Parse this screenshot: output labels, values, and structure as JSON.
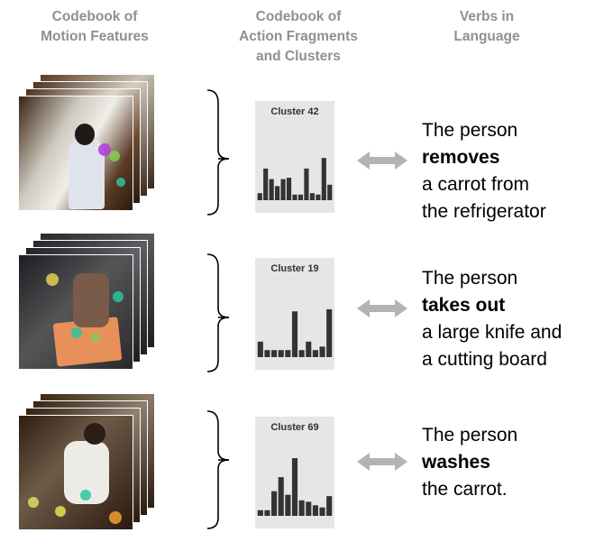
{
  "headers": {
    "motion": [
      "Codebook of",
      "Motion Features"
    ],
    "action": [
      "Codebook of",
      "Action Fragments",
      "and Clusters"
    ],
    "verbs": [
      "Verbs in",
      "Language"
    ]
  },
  "rows": [
    {
      "cluster_label": "Cluster 42",
      "bars": [
        0.1,
        0.45,
        0.3,
        0.2,
        0.3,
        0.32,
        0.08,
        0.08,
        0.45,
        0.1,
        0.08,
        0.6,
        0.22
      ],
      "verb": {
        "line1": "The person",
        "verb": "removes",
        "line3": "a carrot from",
        "line4": "the refrigerator"
      }
    },
    {
      "cluster_label": "Cluster 19",
      "bars": [
        0.22,
        0.1,
        0.1,
        0.1,
        0.1,
        0.65,
        0.1,
        0.22,
        0.1,
        0.15,
        0.68
      ],
      "verb": {
        "line1": "The person",
        "verb": "takes out",
        "line3": "a large knife and",
        "line4": "a cutting board"
      }
    },
    {
      "cluster_label": "Cluster 69",
      "bars": [
        0.08,
        0.08,
        0.35,
        0.55,
        0.3,
        0.82,
        0.22,
        0.2,
        0.15,
        0.12,
        0.28
      ],
      "verb": {
        "line1": "The person",
        "verb": "washes",
        "line3": "the carrot.",
        "line4": ""
      }
    }
  ],
  "colors": {
    "header_text": "#909090",
    "panel_bg": "#e6e6e6",
    "bar": "#333333",
    "arrow": "#b3b3b3",
    "bracket": "#000000"
  }
}
